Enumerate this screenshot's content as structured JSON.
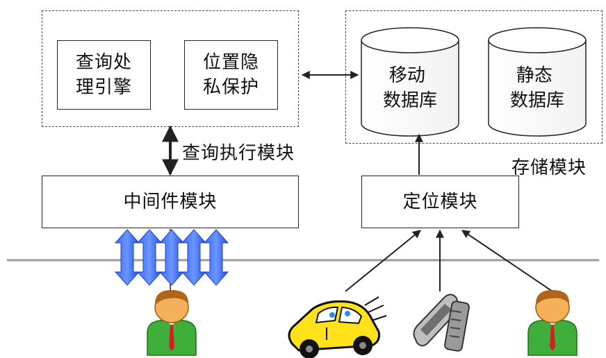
{
  "query_engine": "查询处\n理引擎",
  "location_privacy": "位置隐\n私保护",
  "query_execution_module": "查询执行模块",
  "middleware_module": "中间件模块",
  "mobile_db": "移动\n数据库",
  "static_db": "静态\n数据库",
  "storage_module": "存储模块",
  "positioning_module": "定位模块"
}
